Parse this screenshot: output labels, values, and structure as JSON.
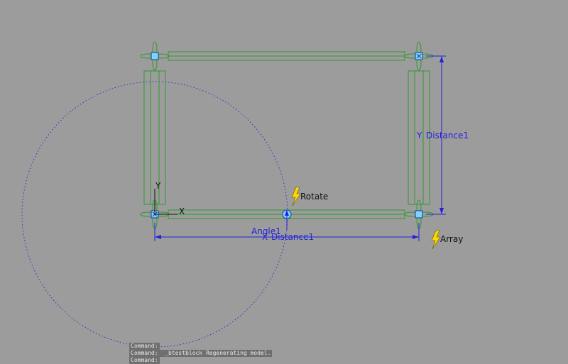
{
  "drawing": {
    "labels": {
      "rotate": "Rotate",
      "array": "Array",
      "distance_vertical": "Distance1",
      "distance_horizontal": "Distance1",
      "distance_horizontal_prefix": "X",
      "distance_vertical_prefix": "Y",
      "angle": "Angle1",
      "ucs_x": "X",
      "ucs_y": "Y"
    },
    "colors": {
      "background": "#9c9c9c",
      "geometry": "#2f9a2f",
      "dimension": "#2222dd",
      "grip": "#7fd4ff",
      "action_icon": "#ffd800"
    }
  },
  "command_line": {
    "lines": [
      "Command:",
      "Command:  _btestblock Regenerating model.",
      "Command:"
    ]
  }
}
